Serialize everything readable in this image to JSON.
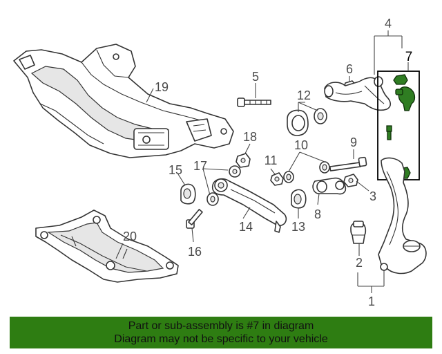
{
  "callouts": {
    "c1": "1",
    "c2": "2",
    "c3": "3",
    "c4": "4",
    "c5": "5",
    "c6": "6",
    "c7": "7",
    "c8": "8",
    "c9": "9",
    "c10": "10",
    "c11": "11",
    "c12": "12",
    "c13": "13",
    "c14": "14",
    "c15": "15",
    "c16": "16",
    "c17": "17",
    "c18": "18",
    "c19": "19",
    "c20": "20"
  },
  "highlighted_part": "7",
  "colors": {
    "banner": "#2e7d12",
    "highlight_parts": "#2f7d22",
    "linework": "#333333"
  },
  "banner": {
    "line1": "Part or sub-assembly is #7 in diagram",
    "line2": "Diagram may not be specific to your vehicle"
  }
}
